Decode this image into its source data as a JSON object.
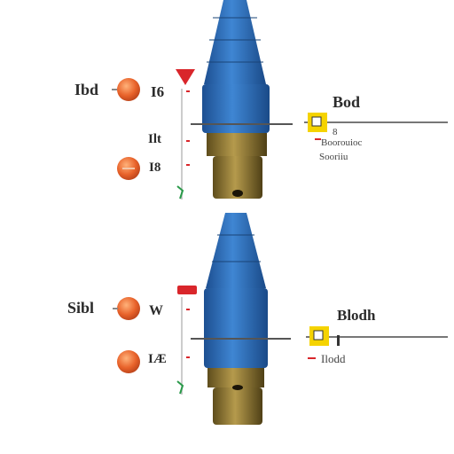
{
  "panels": [
    {
      "left_labels": [
        "Ibd",
        "Ilt"
      ],
      "right_labels": [
        "I6",
        "I8"
      ],
      "title_label": "Bod",
      "caption_labels": [
        "8",
        "Boorouioc",
        "Sooriiu"
      ]
    },
    {
      "left_labels": [
        "Sibl"
      ],
      "right_labels": [
        "W",
        "IÆ"
      ],
      "title_label": "Blodh",
      "caption_labels": [
        "Ilodd"
      ]
    }
  ],
  "colors": {
    "body_blue": "#2f6fb8",
    "brass": "#8a7434",
    "knob_orange": "#e8622a",
    "marker_red": "#d9262b",
    "flag_yellow": "#f5d300"
  }
}
